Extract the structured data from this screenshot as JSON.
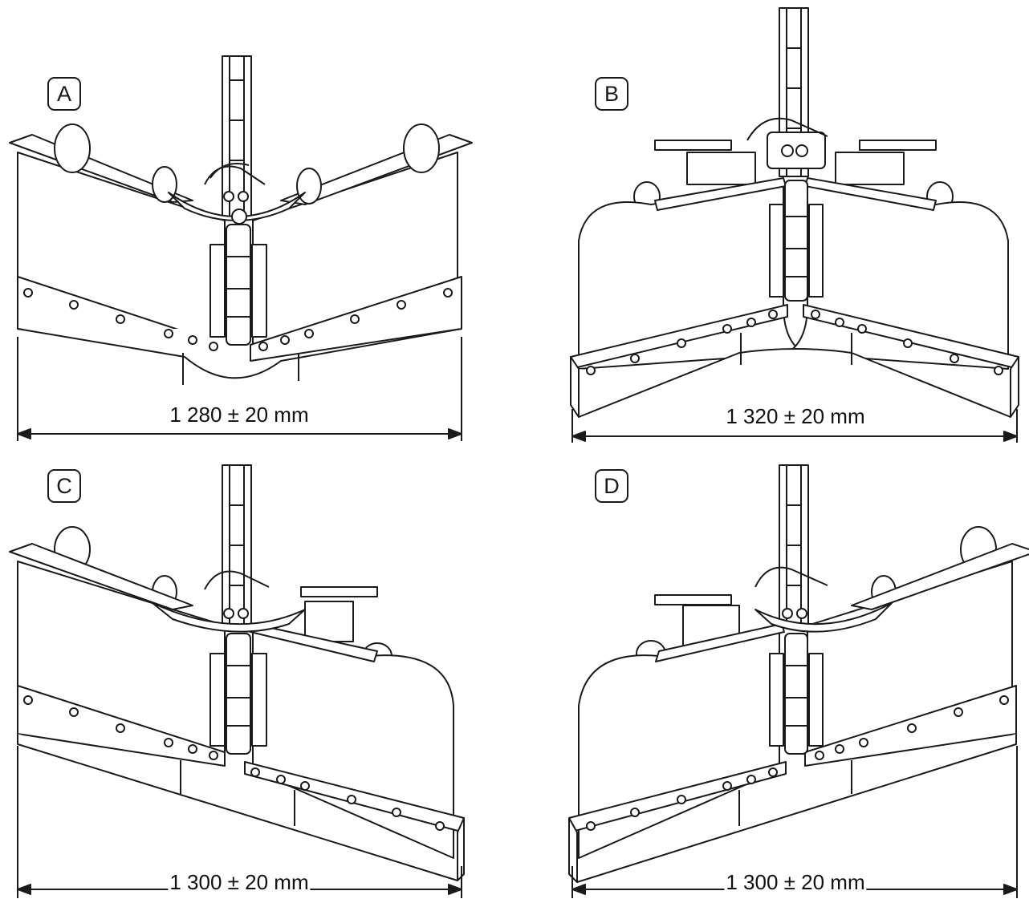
{
  "panels": [
    {
      "id": "A",
      "label": "A",
      "dimension": "1 280 ± 20 mm"
    },
    {
      "id": "B",
      "label": "B",
      "dimension": "1 320 ± 20 mm"
    },
    {
      "id": "C",
      "label": "C",
      "dimension": "1 300 ± 20 mm"
    },
    {
      "id": "D",
      "label": "D",
      "dimension": "1 300 ± 20 mm"
    }
  ],
  "colors": {
    "line": "#1a1a1a",
    "background": "#ffffff"
  }
}
